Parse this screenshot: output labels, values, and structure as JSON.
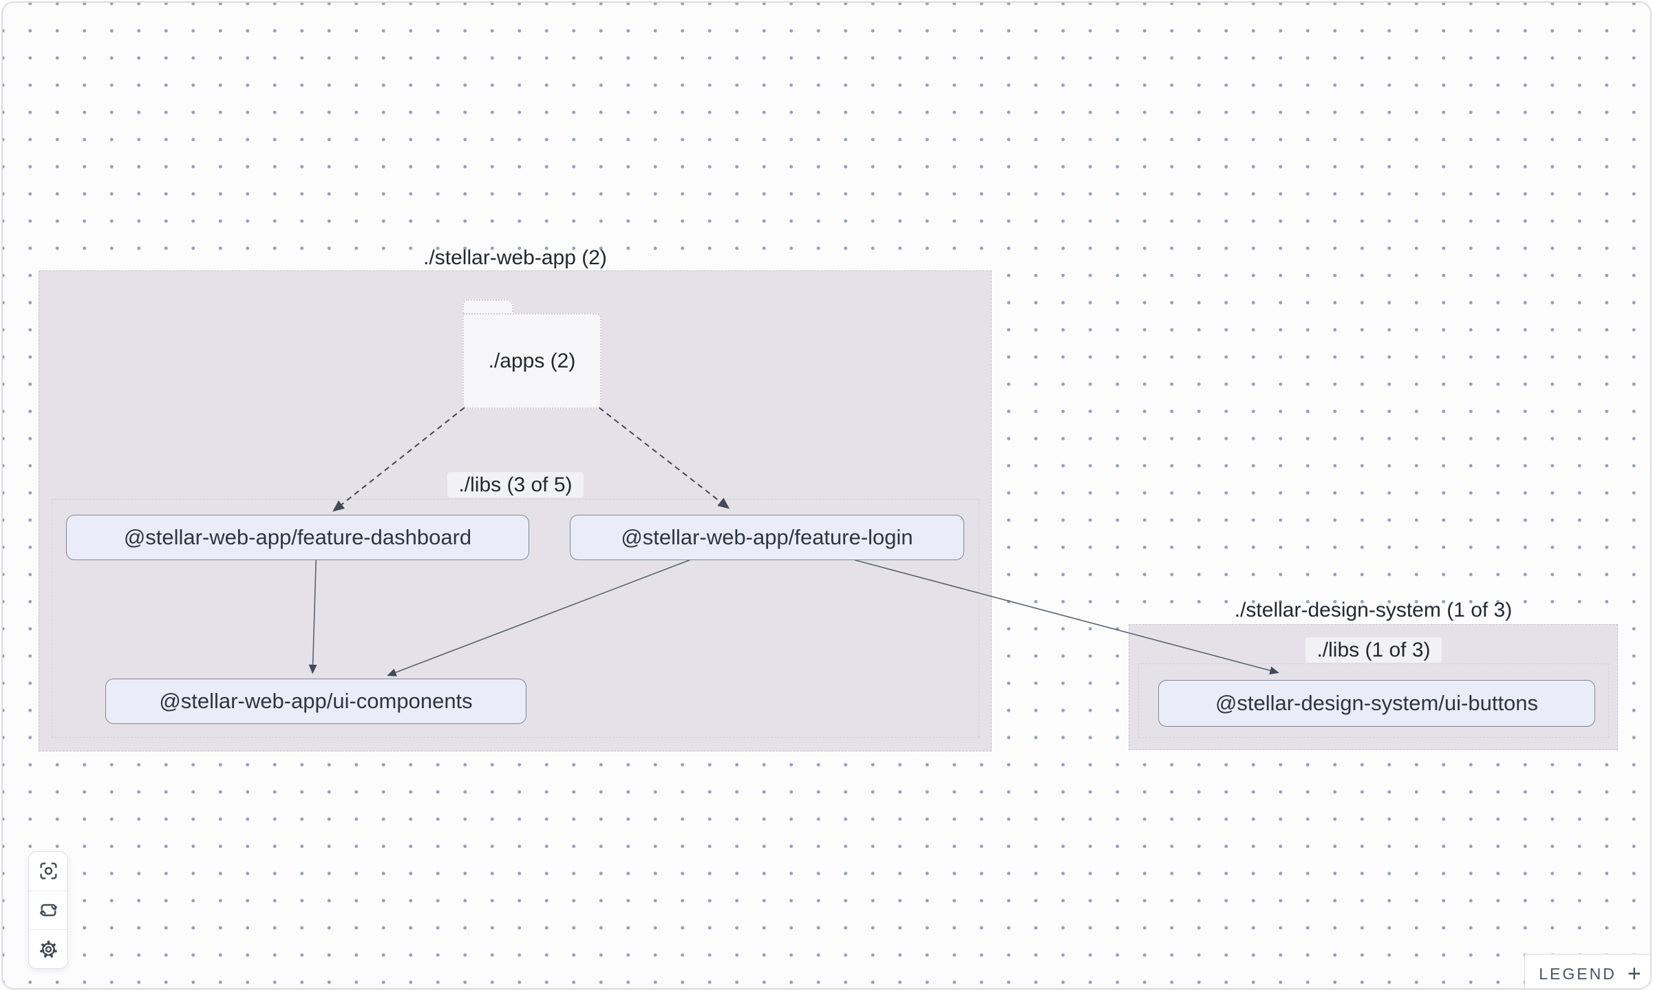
{
  "graph": {
    "groups": [
      {
        "id": "stellar-web-app",
        "title": "./stellar-web-app (2)"
      },
      {
        "id": "stellar-design-system",
        "title": "./stellar-design-system (1 of 3)"
      }
    ],
    "subgroups": [
      {
        "id": "libs-web-app",
        "label": "./libs (3 of 5)"
      },
      {
        "id": "libs-design-system",
        "label": "./libs (1 of 3)"
      }
    ],
    "folders": [
      {
        "id": "apps",
        "label": "./apps (2)"
      }
    ],
    "nodes": [
      {
        "id": "feature-dashboard",
        "label": "@stellar-web-app/feature-dashboard"
      },
      {
        "id": "feature-login",
        "label": "@stellar-web-app/feature-login"
      },
      {
        "id": "ui-components",
        "label": "@stellar-web-app/ui-components"
      },
      {
        "id": "ui-buttons",
        "label": "@stellar-design-system/ui-buttons"
      }
    ],
    "edges": [
      {
        "source": "./apps",
        "target": "@stellar-web-app/feature-dashboard",
        "style": "dashed"
      },
      {
        "source": "./apps",
        "target": "@stellar-web-app/feature-login",
        "style": "dashed"
      },
      {
        "source": "@stellar-web-app/feature-dashboard",
        "target": "@stellar-web-app/ui-components",
        "style": "solid"
      },
      {
        "source": "@stellar-web-app/feature-login",
        "target": "@stellar-web-app/ui-components",
        "style": "solid"
      },
      {
        "source": "@stellar-web-app/feature-login",
        "target": "@stellar-design-system/ui-buttons",
        "style": "solid"
      }
    ]
  },
  "toolbar": {
    "buttons": [
      {
        "name": "center-graph"
      },
      {
        "name": "refresh-graph"
      },
      {
        "name": "settings"
      }
    ]
  },
  "legend": {
    "label": "LEGEND",
    "toggle": "+"
  },
  "colors": {
    "canvas_bg": "#fcfcfd",
    "dot_grid": "#98a2b3",
    "group_fill": "#e4e2e8",
    "node_fill": "#eaecf7",
    "node_border": "#7e8696",
    "edge": "#3f4653"
  }
}
